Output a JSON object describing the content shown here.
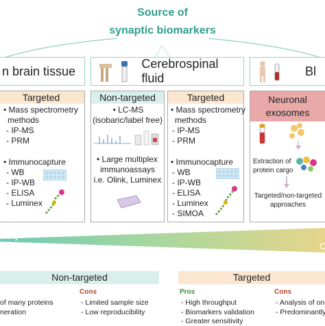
{
  "title": {
    "line1": "Source of",
    "line2": "synaptic  biomarkers"
  },
  "sources": {
    "brain": "n brain tissue",
    "csf": "Cerebrospinal fluid",
    "blood": "Bl"
  },
  "brain_col": {
    "header": "Targeted",
    "lines": [
      "• Mass spectrometry",
      "  methods",
      "  - IP-MS",
      "  - PRM",
      "",
      "• Immunocapture",
      "  - WB",
      "  - IP-WB",
      "  - ELISA",
      "  - Luminex"
    ]
  },
  "csf_nontargeted": {
    "header": "Non-targeted",
    "lines": [
      "• LC-MS",
      "(isobaric/label free)",
      "",
      "",
      "• Large multiplex",
      "immunoassays",
      "i.e. Olink, Luminex"
    ]
  },
  "csf_targeted": {
    "header": "Targeted",
    "lines": [
      "• Mass spectrometry",
      "  methods",
      "  - IP-MS",
      "  - PRM",
      "",
      "• Immunocapture",
      "  - WB",
      "  - IP-WB",
      "  - ELISA",
      "  - Luminex",
      "  - SIMOA"
    ]
  },
  "blood_col": {
    "header_line1": "Neuronal",
    "header_line2": "exosomes",
    "extraction": [
      "Extraction of",
      "protein cargo"
    ],
    "approach": [
      "Targeted/non-targeted",
      "approaches"
    ]
  },
  "gradient": {
    "left_label": "bility",
    "right_label": "C"
  },
  "bottom": {
    "nontargeted": {
      "header": "Non-targeted",
      "pros_lines": [
        "of many proteins",
        "neration"
      ],
      "cons_label": "Cons",
      "cons_lines": [
        "- Limited sample size",
        "- Low reproducibility"
      ]
    },
    "targeted": {
      "header": "Targeted",
      "pros_label": "Pros",
      "pros_lines": [
        "- High throughput",
        "- Biomarkers validation",
        "- Greater sensitivity"
      ],
      "cons_label": "Cons",
      "cons_lines": [
        "- Analysis of one",
        "- Predominantly"
      ]
    }
  },
  "colors": {
    "title": "#2f9e89",
    "targeted_header": "#fbe6cf",
    "nontargeted_header": "#d9efeb",
    "neuronal_header": "#e9a9a9",
    "pros": "#3a8f3a",
    "cons": "#b5452c"
  }
}
